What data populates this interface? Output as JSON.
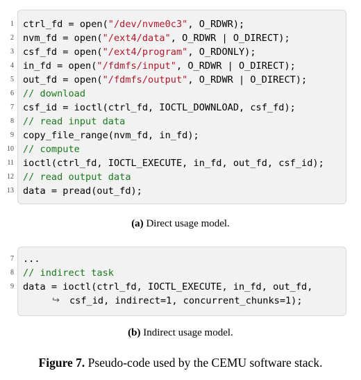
{
  "listing_a": {
    "lines": [
      {
        "num": "1",
        "parts": [
          {
            "t": "ctrl_fd = open(",
            "c": ""
          },
          {
            "t": "\"/dev/nvme0c3\"",
            "c": "str"
          },
          {
            "t": ", O_RDWR);",
            "c": ""
          }
        ]
      },
      {
        "num": "2",
        "parts": [
          {
            "t": "nvm_fd = open(",
            "c": ""
          },
          {
            "t": "\"/ext4/data\"",
            "c": "str"
          },
          {
            "t": ", O_RDWR | O_DIRECT);",
            "c": ""
          }
        ]
      },
      {
        "num": "3",
        "parts": [
          {
            "t": "csf_fd = open(",
            "c": ""
          },
          {
            "t": "\"/ext4/program\"",
            "c": "str"
          },
          {
            "t": ", O_RDONLY);",
            "c": ""
          }
        ]
      },
      {
        "num": "4",
        "parts": [
          {
            "t": "in_fd = open(",
            "c": ""
          },
          {
            "t": "\"/fdmfs/input\"",
            "c": "str"
          },
          {
            "t": ", O_RDWR | O_DIRECT);",
            "c": ""
          }
        ]
      },
      {
        "num": "5",
        "parts": [
          {
            "t": "out_fd = open(",
            "c": ""
          },
          {
            "t": "\"/fdmfs/output\"",
            "c": "str"
          },
          {
            "t": ", O_RDWR | O_DIRECT);",
            "c": ""
          }
        ]
      },
      {
        "num": "6",
        "parts": [
          {
            "t": "// download",
            "c": "cmt"
          }
        ]
      },
      {
        "num": "7",
        "parts": [
          {
            "t": "csf_id = ioctl(ctrl_fd, IOCTL_DOWNLOAD, csf_fd);",
            "c": ""
          }
        ]
      },
      {
        "num": "8",
        "parts": [
          {
            "t": "// read input data",
            "c": "cmt"
          }
        ]
      },
      {
        "num": "9",
        "parts": [
          {
            "t": "copy_file_range(nvm_fd, in_fd);",
            "c": ""
          }
        ]
      },
      {
        "num": "10",
        "parts": [
          {
            "t": "// compute",
            "c": "cmt"
          }
        ]
      },
      {
        "num": "11",
        "parts": [
          {
            "t": "ioctl(ctrl_fd, IOCTL_EXECUTE, in_fd, out_fd, csf_id);",
            "c": ""
          }
        ]
      },
      {
        "num": "12",
        "parts": [
          {
            "t": "// read output data",
            "c": "cmt"
          }
        ]
      },
      {
        "num": "13",
        "parts": [
          {
            "t": "data = pread(out_fd);",
            "c": ""
          }
        ]
      }
    ],
    "caption_label": "(a)",
    "caption_text": " Direct usage model."
  },
  "listing_b": {
    "lines": [
      {
        "num": "7",
        "parts": [
          {
            "t": "...",
            "c": ""
          }
        ]
      },
      {
        "num": "8",
        "parts": [
          {
            "t": "// indirect task",
            "c": "cmt"
          }
        ]
      },
      {
        "num": "9",
        "parts": [
          {
            "t": "data = ioctl(ctrl_fd, IOCTL_EXECUTE, in_fd, out_fd,",
            "c": ""
          }
        ]
      },
      {
        "num": "",
        "parts": [
          {
            "t": "csf_id, indirect=1, concurrent_chunks=1);",
            "c": ""
          }
        ],
        "continuation": true
      }
    ],
    "continuation_arrow": "↪",
    "caption_label": "(b)",
    "caption_text": " Indirect usage model."
  },
  "figure": {
    "label": "Figure 7.",
    "text": " Pseudo-code used by the CEMU software stack."
  }
}
